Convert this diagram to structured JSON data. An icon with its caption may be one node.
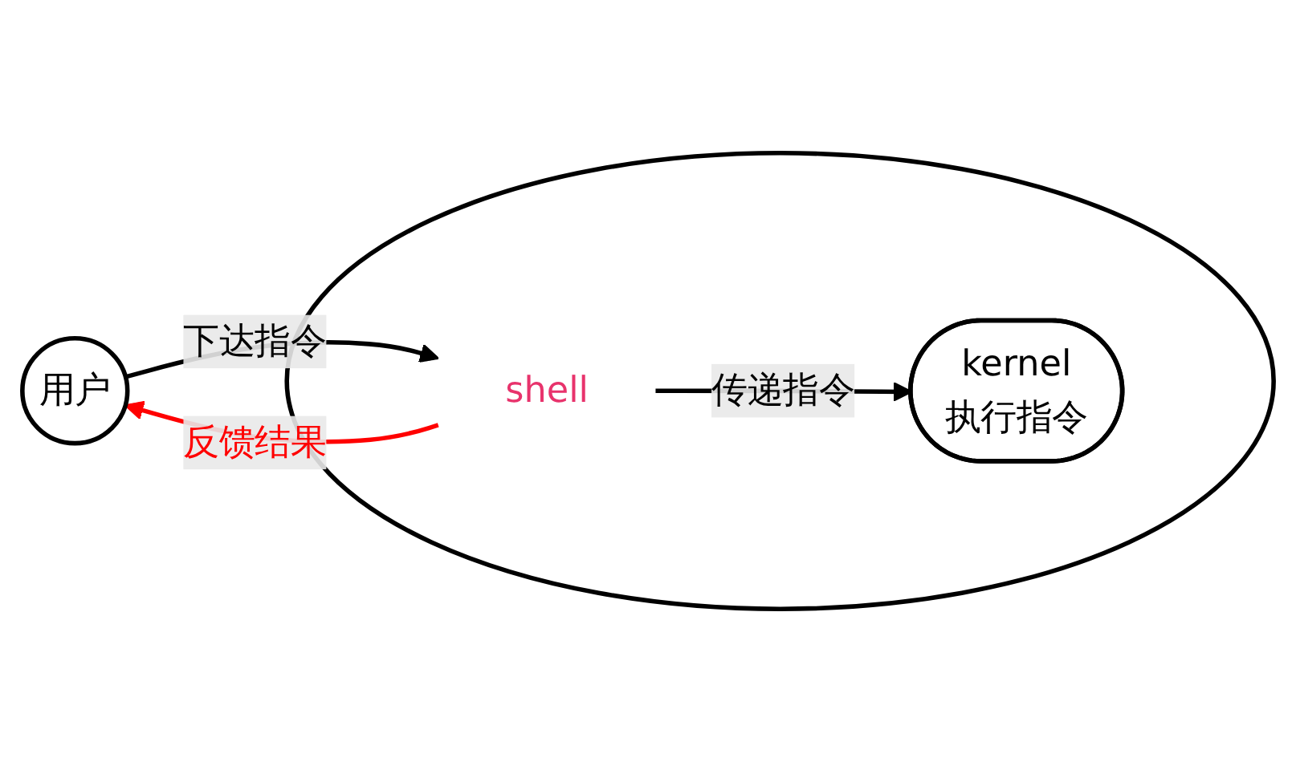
{
  "diagram": {
    "nodes": [
      {
        "text": [
          "用户"
        ]
      },
      {
        "text": [],
        "shape": "circle"
      },
      {
        "text": [
          "shell"
        ],
        "in": 1
      },
      {
        "text": [
          "kernel",
          "执行指令"
        ],
        "in": 1
      }
    ],
    "edges": [
      {
        "from": 0,
        "to": 2,
        "arrow": "to",
        "label": "下达指令"
      },
      {
        "from": 2,
        "to": 0,
        "arrow": "to",
        "label": "反馈结果",
        "color": "#ff0000"
      },
      {
        "from": 2,
        "to": 3,
        "arrow": "to",
        "label": "传递指令"
      }
    ]
  }
}
